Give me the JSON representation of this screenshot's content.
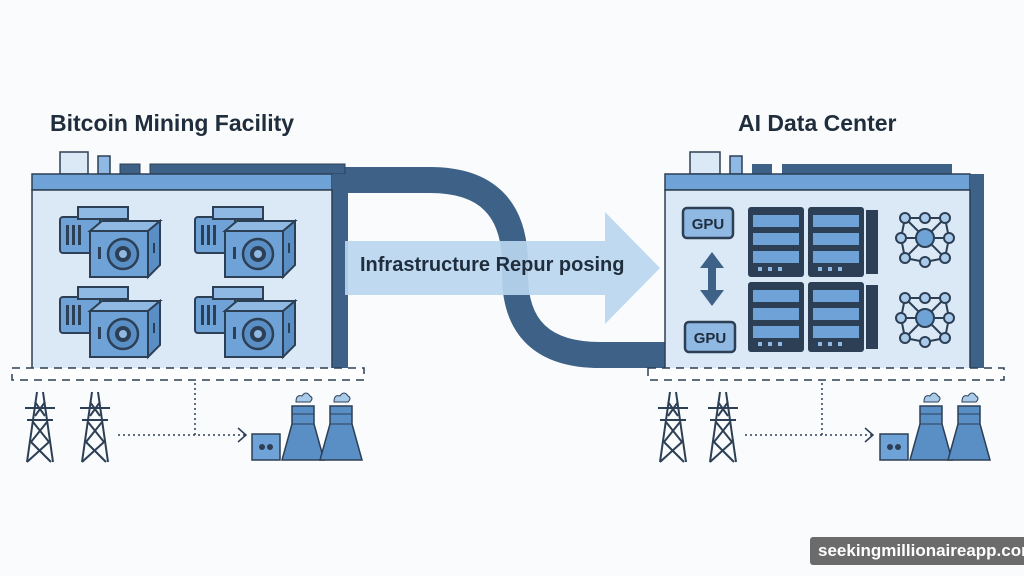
{
  "left_facility": {
    "title": "Bitcoin Mining Facility",
    "contents": [
      "mining-rig",
      "mining-rig",
      "mining-rig",
      "mining-rig"
    ],
    "power": {
      "towers": 2,
      "power_plant": "cooling-towers-plant"
    }
  },
  "right_facility": {
    "title": "AI Data Center",
    "gpu_labels": [
      "GPU",
      "GPU"
    ],
    "contents": [
      "gpu-module",
      "bidirectional-arrow",
      "server-racks",
      "neural-network-graph"
    ],
    "power": {
      "towers": 2,
      "power_plant": "cooling-towers-plant"
    }
  },
  "transition": {
    "label": "Infrastructure Repur posing"
  },
  "colors": {
    "dark_blue": "#3d6187",
    "mid_blue": "#6fa2d6",
    "light_blue": "#dbe8f5",
    "arrow_blue": "#b8d6ef",
    "text_dark": "#1f2d3d"
  },
  "watermark": "seekingmillionaireapp.com"
}
